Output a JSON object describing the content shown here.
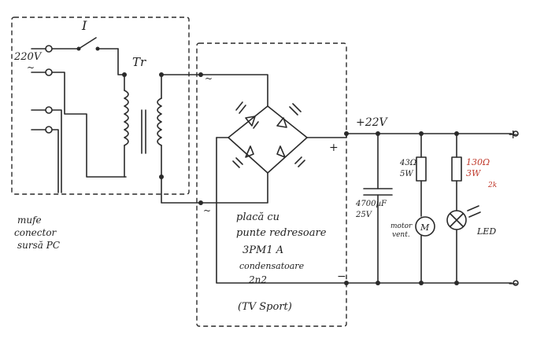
{
  "labels": {
    "switch": "I",
    "mains": "220V",
    "mains_ac": "~",
    "transformer": "Tr",
    "ac_in_top": "~",
    "ac_in_bottom": "~",
    "plus_bridge": "+",
    "minus_bridge": "−",
    "voltage": "+22V",
    "out_plus": "+",
    "out_minus": "−",
    "resistor_motor": "43Ω",
    "resistor_motor_power": "5W",
    "resistor_led": "130Ω",
    "resistor_led_power": "3W",
    "resistor_led_alt": "2k",
    "capacitor": "4700µF",
    "capacitor_voltage": "25V",
    "motor_symbol": "M",
    "motor_label_1": "motor",
    "motor_label_2": "vent.",
    "led_label": "LED",
    "connector_1": "mufe",
    "connector_2": "conector",
    "connector_3": "sursă PC",
    "board_1": "placă cu",
    "board_2": "punte redresoare",
    "board_3": "3PM1 A",
    "board_4": "condensatoare",
    "board_5": "2n2",
    "source": "(TV Sport)"
  },
  "colors": {
    "ink": "#2a2a2a",
    "correction": "#c0392b"
  }
}
